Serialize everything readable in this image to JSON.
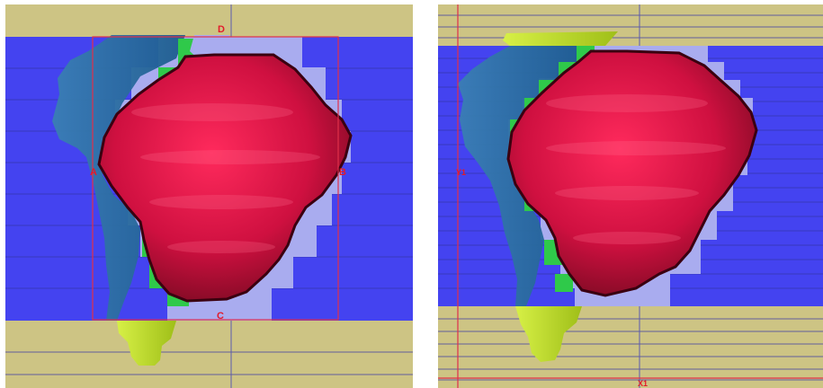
{
  "colors": {
    "olive_band": "#cdc484",
    "blue_field": "#4443f0",
    "light_blue_voxels": "#a9acef",
    "teal_structure": "#2a6fa8",
    "green_voxels": "#2fc94a",
    "yellow_structure": "#c3e32c",
    "red_volume": "#d0123f",
    "box_outline": "#e0304a",
    "grid_line": "#3a3aa0"
  },
  "left_panel": {
    "labels": {
      "top": "D",
      "bottom": "C",
      "left": "A",
      "right": "B"
    }
  },
  "right_panel": {
    "labels": {
      "left": "Y1",
      "bottom": "X1"
    }
  }
}
